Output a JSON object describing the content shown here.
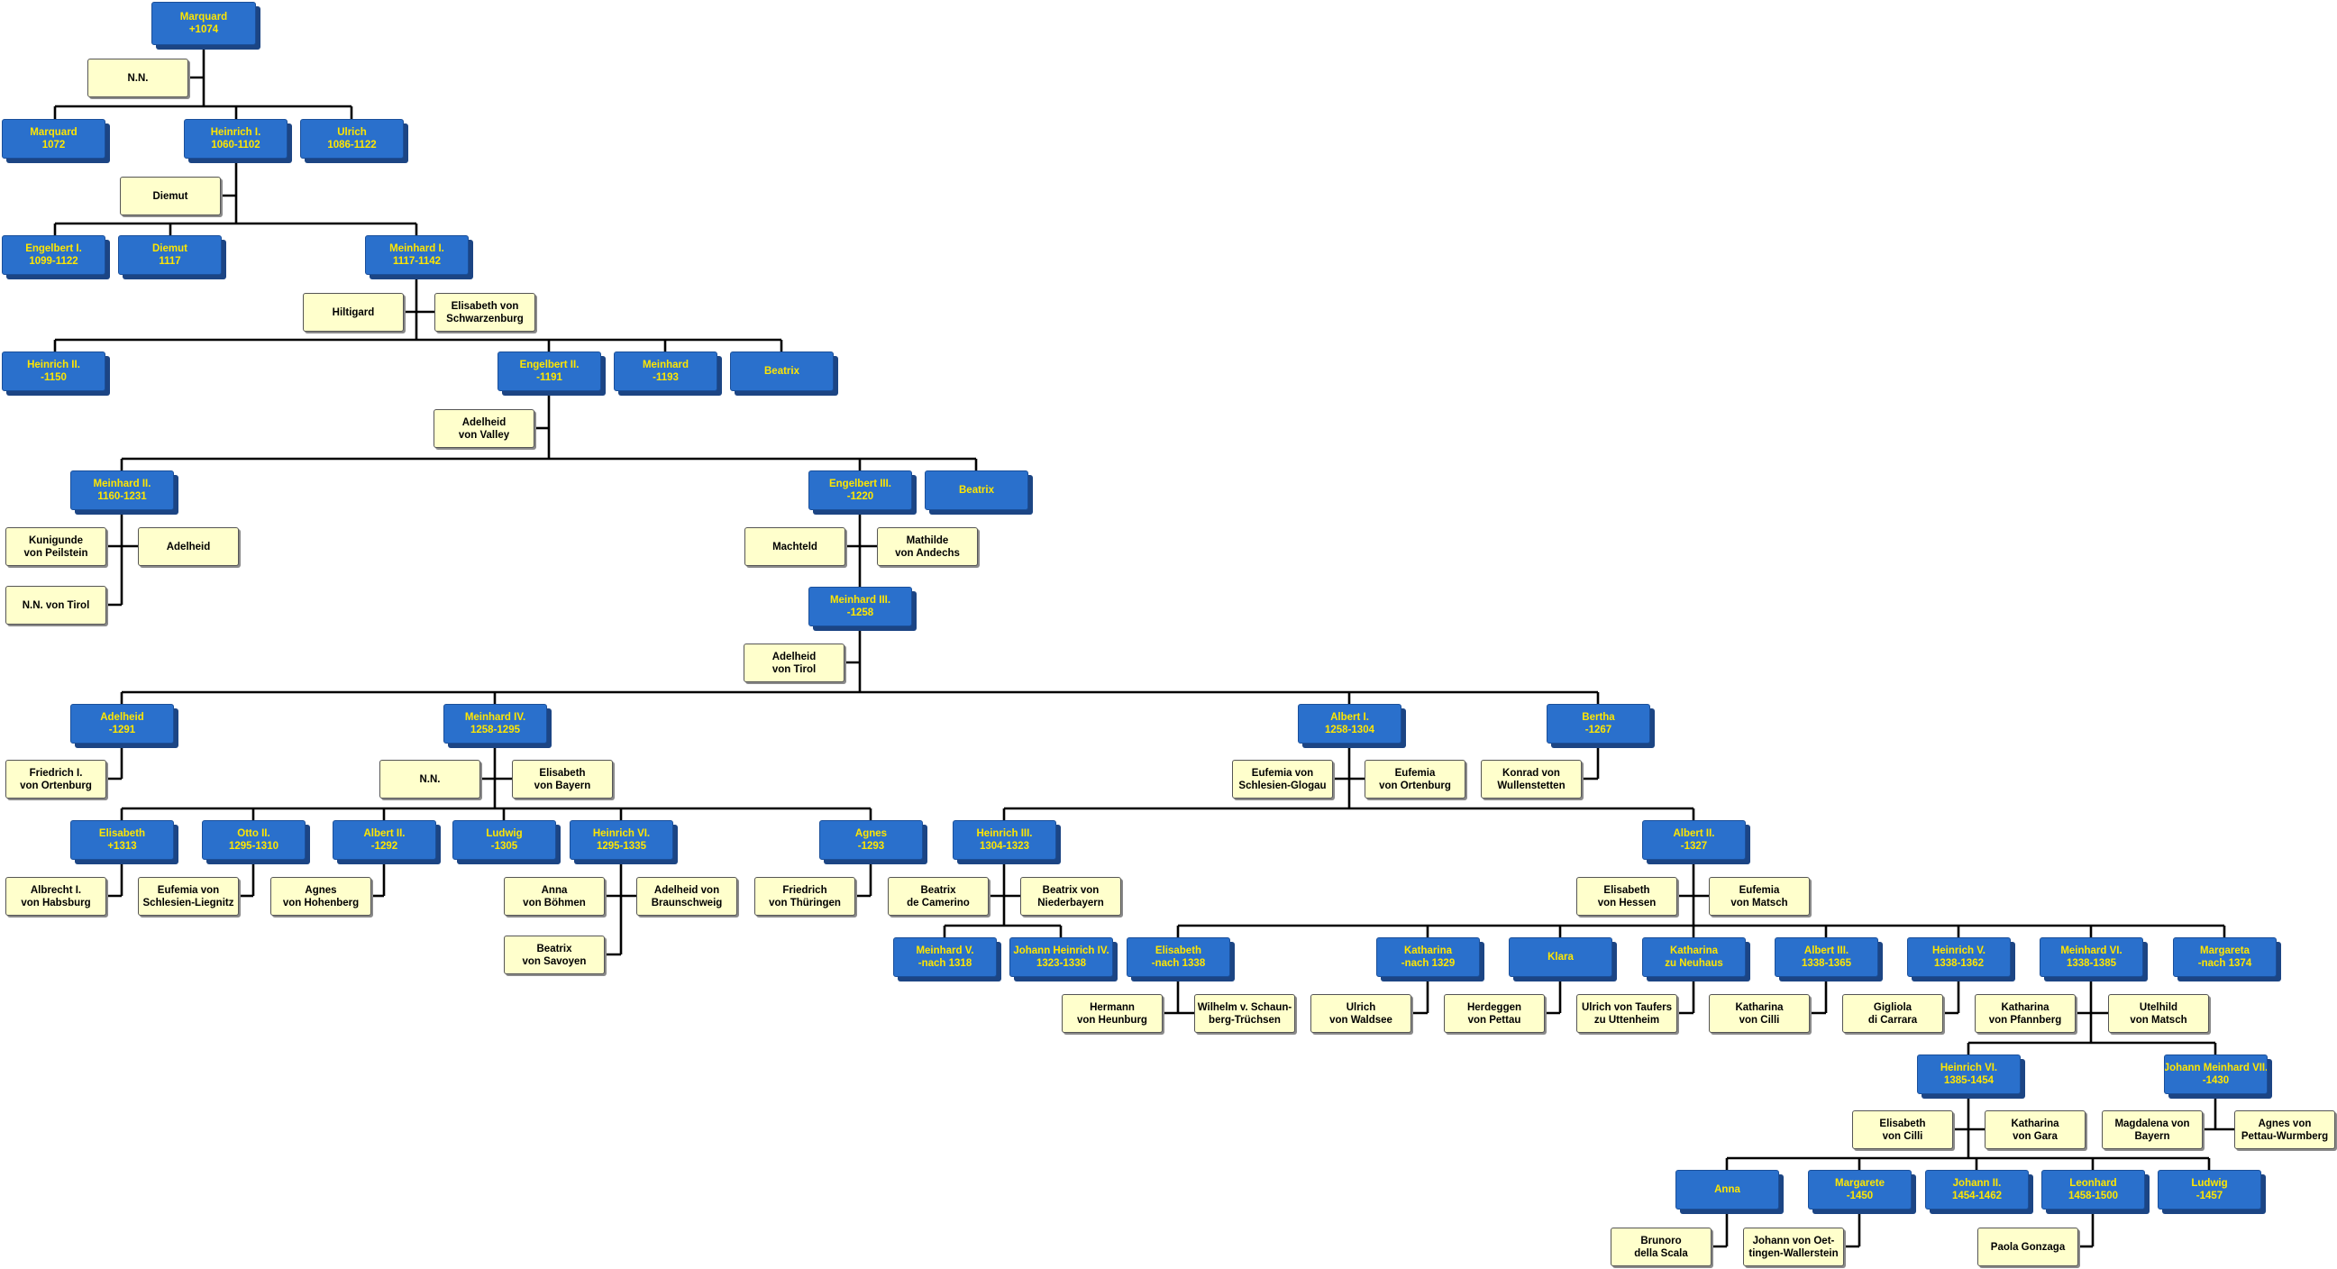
{
  "persons": [
    {
      "id": "marquard_1074",
      "lines": [
        "Marquard",
        "+1074"
      ]
    },
    {
      "id": "nn_1",
      "lines": [
        "N.N."
      ]
    },
    {
      "id": "marquard_1072",
      "lines": [
        "Marquard",
        "1072"
      ]
    },
    {
      "id": "heinrich_1",
      "lines": [
        "Heinrich I.",
        "1060-1102"
      ]
    },
    {
      "id": "ulrich",
      "lines": [
        "Ulrich",
        "1086-1122"
      ]
    },
    {
      "id": "diemut_sp",
      "lines": [
        "Diemut"
      ]
    },
    {
      "id": "engelbert_1",
      "lines": [
        "Engelbert I.",
        "1099-1122"
      ]
    },
    {
      "id": "diemut",
      "lines": [
        "Diemut",
        "1117"
      ]
    },
    {
      "id": "meinhard_1",
      "lines": [
        "Meinhard I.",
        "1117-1142"
      ]
    },
    {
      "id": "hiltigard",
      "lines": [
        "Hiltigard"
      ]
    },
    {
      "id": "elisabeth_schw",
      "lines": [
        "Elisabeth von",
        "Schwarzenburg"
      ]
    },
    {
      "id": "heinrich_2",
      "lines": [
        "Heinrich II.",
        "-1150"
      ]
    },
    {
      "id": "engelbert_2",
      "lines": [
        "Engelbert II.",
        "-1191"
      ]
    },
    {
      "id": "meinhard_1193",
      "lines": [
        "Meinhard",
        "-1193"
      ]
    },
    {
      "id": "beatrix_1",
      "lines": [
        "Beatrix"
      ]
    },
    {
      "id": "adelheid_valley",
      "lines": [
        "Adelheid",
        "von Valley"
      ]
    },
    {
      "id": "meinhard_2",
      "lines": [
        "Meinhard II.",
        "1160-1231"
      ]
    },
    {
      "id": "engelbert_3",
      "lines": [
        "Engelbert III.",
        "-1220"
      ]
    },
    {
      "id": "beatrix_2",
      "lines": [
        "Beatrix"
      ]
    },
    {
      "id": "kunigunde",
      "lines": [
        "Kunigunde",
        "von Peilstein"
      ]
    },
    {
      "id": "adelheid_sp",
      "lines": [
        "Adelheid"
      ]
    },
    {
      "id": "nn_tirol",
      "lines": [
        "N.N. von Tirol"
      ]
    },
    {
      "id": "machteld",
      "lines": [
        "Machteld"
      ]
    },
    {
      "id": "mathilde",
      "lines": [
        "Mathilde",
        "von Andechs"
      ]
    },
    {
      "id": "meinhard_3",
      "lines": [
        "Meinhard III.",
        "-1258"
      ]
    },
    {
      "id": "adelheid_tirol",
      "lines": [
        "Adelheid",
        "von Tirol"
      ]
    },
    {
      "id": "adelheid_1291",
      "lines": [
        "Adelheid",
        "-1291"
      ]
    },
    {
      "id": "meinhard_4",
      "lines": [
        "Meinhard IV.",
        "1258-1295"
      ]
    },
    {
      "id": "albert_1",
      "lines": [
        "Albert I.",
        "1258-1304"
      ]
    },
    {
      "id": "bertha",
      "lines": [
        "Bertha",
        "-1267"
      ]
    },
    {
      "id": "friedrich_ort",
      "lines": [
        "Friedrich I.",
        "von Ortenburg"
      ]
    },
    {
      "id": "nn_2",
      "lines": [
        "N.N."
      ]
    },
    {
      "id": "elisabeth_bay",
      "lines": [
        "Elisabeth",
        "von Bayern"
      ]
    },
    {
      "id": "eufemia_glogau",
      "lines": [
        "Eufemia von",
        "Schlesien-Glogau"
      ]
    },
    {
      "id": "eufemia_ort",
      "lines": [
        "Eufemia",
        "von Ortenburg"
      ]
    },
    {
      "id": "konrad",
      "lines": [
        "Konrad von",
        "Wullenstetten"
      ]
    },
    {
      "id": "elisabeth_1313",
      "lines": [
        "Elisabeth",
        "+1313"
      ]
    },
    {
      "id": "otto_2",
      "lines": [
        "Otto II.",
        "1295-1310"
      ]
    },
    {
      "id": "albert_2_1292",
      "lines": [
        "Albert II.",
        "-1292"
      ]
    },
    {
      "id": "ludwig_1305",
      "lines": [
        "Ludwig",
        "-1305"
      ]
    },
    {
      "id": "heinrich_6a",
      "lines": [
        "Heinrich VI.",
        "1295-1335"
      ]
    },
    {
      "id": "agnes_1293",
      "lines": [
        "Agnes",
        "-1293"
      ]
    },
    {
      "id": "heinrich_3",
      "lines": [
        "Heinrich III.",
        "1304-1323"
      ]
    },
    {
      "id": "albert_2_1327",
      "lines": [
        "Albert II.",
        "-1327"
      ]
    },
    {
      "id": "albrecht_habs",
      "lines": [
        "Albrecht I.",
        "von Habsburg"
      ]
    },
    {
      "id": "eufemia_liegn",
      "lines": [
        "Eufemia von",
        "Schlesien-Liegnitz"
      ]
    },
    {
      "id": "agnes_hohen",
      "lines": [
        "Agnes",
        "von Hohenberg"
      ]
    },
    {
      "id": "anna_boh",
      "lines": [
        "Anna",
        "von Böhmen"
      ]
    },
    {
      "id": "adelheid_braun",
      "lines": [
        "Adelheid von",
        "Braunschweig"
      ]
    },
    {
      "id": "beatrix_sav",
      "lines": [
        "Beatrix",
        "von Savoyen"
      ]
    },
    {
      "id": "friedrich_thur",
      "lines": [
        "Friedrich",
        "von Thüringen"
      ]
    },
    {
      "id": "beatrix_cam",
      "lines": [
        "Beatrix",
        "de Camerino"
      ]
    },
    {
      "id": "beatrix_nied",
      "lines": [
        "Beatrix von",
        "Niederbayern"
      ]
    },
    {
      "id": "elisabeth_hes",
      "lines": [
        "Elisabeth",
        "von Hessen"
      ]
    },
    {
      "id": "eufemia_mat",
      "lines": [
        "Eufemia",
        "von Matsch"
      ]
    },
    {
      "id": "meinhard_5",
      "lines": [
        "Meinhard V.",
        "-nach 1318"
      ]
    },
    {
      "id": "johann_h4",
      "lines": [
        "Johann Heinrich IV.",
        "1323-1338"
      ]
    },
    {
      "id": "elisabeth_1338",
      "lines": [
        "Elisabeth",
        "-nach 1338"
      ]
    },
    {
      "id": "katharina_1329",
      "lines": [
        "Katharina",
        "-nach 1329"
      ]
    },
    {
      "id": "klara",
      "lines": [
        "Klara"
      ]
    },
    {
      "id": "katharina_neu",
      "lines": [
        "Katharina",
        "zu Neuhaus"
      ]
    },
    {
      "id": "albert_3",
      "lines": [
        "Albert III.",
        "1338-1365"
      ]
    },
    {
      "id": "heinrich_5",
      "lines": [
        "Heinrich V.",
        "1338-1362"
      ]
    },
    {
      "id": "meinhard_6",
      "lines": [
        "Meinhard VI.",
        "1338-1385"
      ]
    },
    {
      "id": "margareta",
      "lines": [
        "Margareta",
        "-nach 1374"
      ]
    },
    {
      "id": "hermann",
      "lines": [
        "Hermann",
        "von Heunburg"
      ]
    },
    {
      "id": "wilhelm",
      "lines": [
        "Wilhelm v. Schaun-",
        "berg-Trüchsen"
      ]
    },
    {
      "id": "ulrich_wald",
      "lines": [
        "Ulrich",
        "von Waldsee"
      ]
    },
    {
      "id": "herdeggen",
      "lines": [
        "Herdeggen",
        "von Pettau"
      ]
    },
    {
      "id": "ulrich_tauf",
      "lines": [
        "Ulrich von Taufers",
        "zu Uttenheim"
      ]
    },
    {
      "id": "katharina_cilli",
      "lines": [
        "Katharina",
        "von Cilli"
      ]
    },
    {
      "id": "gigliola",
      "lines": [
        "Gigliola",
        "di Carrara"
      ]
    },
    {
      "id": "katharina_pf",
      "lines": [
        "Katharina",
        "von Pfannberg"
      ]
    },
    {
      "id": "utelhild",
      "lines": [
        "Utelhild",
        "von Matsch"
      ]
    },
    {
      "id": "heinrich_6b",
      "lines": [
        "Heinrich VI.",
        "1385-1454"
      ]
    },
    {
      "id": "johann_m7",
      "lines": [
        "Johann Meinhard VII.",
        "-1430"
      ]
    },
    {
      "id": "elisabeth_cilli",
      "lines": [
        "Elisabeth",
        "von Cilli"
      ]
    },
    {
      "id": "katharina_gara",
      "lines": [
        "Katharina",
        "von Gara"
      ]
    },
    {
      "id": "magdalena",
      "lines": [
        "Magdalena von",
        "Bayern"
      ]
    },
    {
      "id": "agnes_pettau",
      "lines": [
        "Agnes von",
        "Pettau-Wurmberg"
      ]
    },
    {
      "id": "anna",
      "lines": [
        "Anna"
      ]
    },
    {
      "id": "margarete_1450",
      "lines": [
        "Margarete",
        "-1450"
      ]
    },
    {
      "id": "johann_2",
      "lines": [
        "Johann II.",
        "1454-1462"
      ]
    },
    {
      "id": "leonhard",
      "lines": [
        "Leonhard",
        "1458-1500"
      ]
    },
    {
      "id": "ludwig_1457",
      "lines": [
        "Ludwig",
        "-1457"
      ]
    },
    {
      "id": "brunoro",
      "lines": [
        "Brunoro",
        "della Scala"
      ]
    },
    {
      "id": "johann_oett",
      "lines": [
        "Johann von Oet-",
        "tingen-Wallerstein"
      ]
    },
    {
      "id": "paola",
      "lines": [
        "Paola Gonzaga"
      ]
    }
  ]
}
